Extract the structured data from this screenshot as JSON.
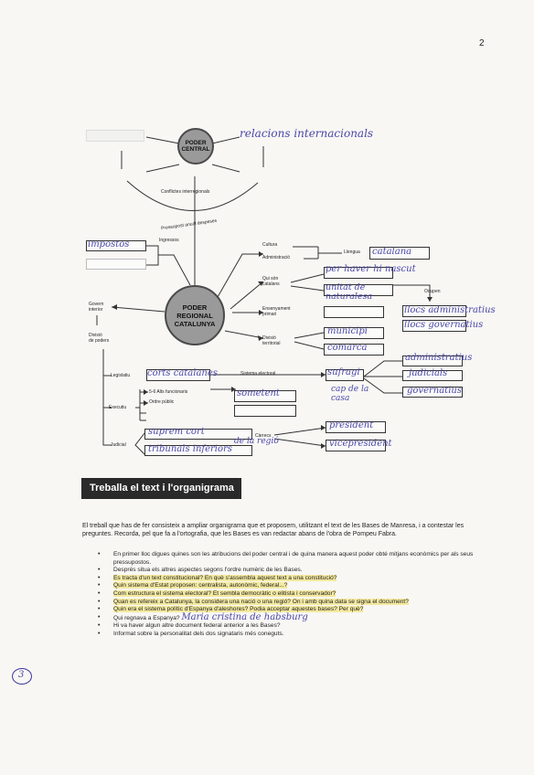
{
  "page_number": "2",
  "diagram": {
    "central": {
      "line1": "PODER",
      "line2": "CENTRAL"
    },
    "regional": {
      "line1": "PODER",
      "line2": "REGIONAL",
      "line3": "CATALUNYA"
    },
    "conflictes": "Conflictes interregionals",
    "pressupost": "Pressupost anual despeses",
    "ingressos": "Ingressos",
    "cultura": "Cultura",
    "administracio": "Administració",
    "llengua": "Llengua",
    "qui_son_1": "Qui són",
    "qui_son_2": "catalans",
    "ocupen": "Ocupen",
    "ensenyament_1": "Ensenyament",
    "ensenyament_2": "primari",
    "divisio_territorial_1": "Divisió",
    "divisio_territorial_2": "territorial",
    "govern_1": "Govern",
    "govern_2": "interior",
    "divisio_poders_1": "Divisió",
    "divisio_poders_2": "de poders",
    "legislatiu": "Legislatiu",
    "sistema_electoral": "Sistema electoral",
    "executiu": "Executiu",
    "alts_funcionaris": "5-6 Alts funcionaris",
    "ordre_public": "Ordre públic",
    "judicial": "Judicial",
    "carrecs": "Càrrecs"
  },
  "handwriting": {
    "relacions": "relacions internacionals",
    "impostos": "impostos",
    "catalana": "catalana",
    "perhaver": "per haver hi nascut",
    "unitat": "unitat de naturalesa",
    "llocs_admin": "llocs administratius",
    "llocs_govern": "llocs governatius",
    "municipi": "municipi",
    "comarca": "comarca",
    "corts": "corts catalanes",
    "sufragi": "sufragi",
    "sufragi2": "cap de la casa",
    "administratius": "administratius",
    "judicials": "judicials",
    "governatius": "governatius",
    "sometent": "sometent",
    "suprem": "suprem cort",
    "suprem2": "de la regió",
    "tribunals": "tribunals inferiors",
    "president": "president",
    "vicepresident": "vicepresident",
    "circle_number": "3",
    "maria_cristina": "Maria cristina de habsburg"
  },
  "section_title": "Treballa el text  i l'organigrama",
  "intro_text": "El treball que has de fer consisteix a ampliar organigrama que et proposem, utilitzant el text de les Bases de Manresa, i a contestar les preguntes. Recorda, pel que fa a l'ortografia, que les Bases es van redactar abans de l'obra de Pompeu Fabra.",
  "questions": [
    "En primer lloc digues quines son les atribucions del poder central i de quina manera aquest poder obté mitjans econòmics per als seus pressupostos.",
    "Després situa els altres aspectes segons l'ordre numèric de les Bases.",
    "Es tracta d'un text constitucional? En què s'assembla aquest text a una constitució?",
    "Quin sistema d'Estat proposen: centralista, autonòmic, federal...?",
    "Com estructura el sistema electoral? Et sembla democràtic o elitista i conservador?",
    "Quan es refereix a Catalunya, la considera una nació o una regió? On i amb quina data se signa el document?",
    "Quin era el sistema polític d'Espanya d'aleshores? Podia acceptar aquestes bases? Per què?",
    "Qui regnava a Espanya?",
    "Hi va haver algun altre document federal anterior a les Bases?",
    "Informat sobre la personalitat dels dos signataris més coneguts."
  ],
  "highlighted_questions": [
    2,
    3,
    4,
    5,
    6
  ]
}
